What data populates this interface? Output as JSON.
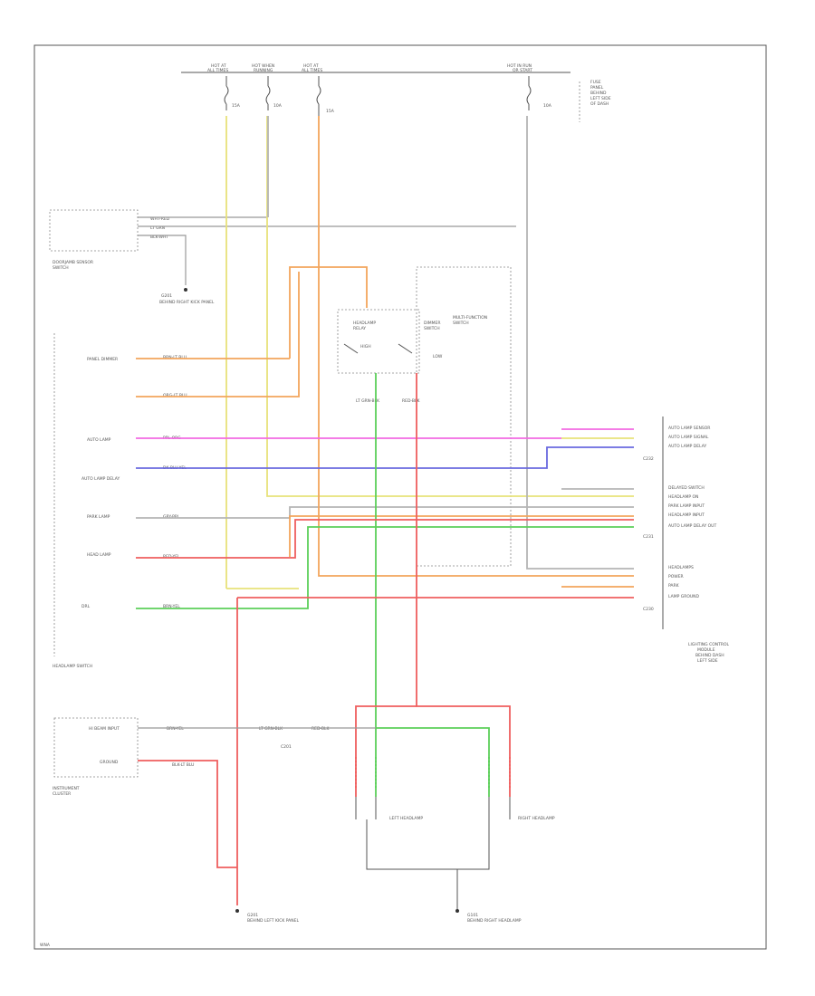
{
  "fuse_panel": {
    "fuses": [
      {
        "top": "HOT AT",
        "sub": "ALL TIMES",
        "rating": "15A"
      },
      {
        "top": "HOT WHEN",
        "sub": "RUNNING",
        "rating": "10A"
      },
      {
        "top": "HOT AT",
        "sub": "ALL TIMES",
        "rating": "15A"
      },
      {
        "top": "HOT IN RUN",
        "sub": "OR START",
        "rating": "10A"
      }
    ],
    "note": [
      "FUSE",
      "PANEL",
      "BEHIND",
      "LEFT SIDE",
      "OF DASH"
    ]
  },
  "left_components": {
    "doorjamb": [
      "DOORJAMB SENSOR",
      "SWITCH"
    ],
    "doorjamb_wires": [
      "WHT-RED",
      "LT GRN",
      "BLK-WHT"
    ],
    "ground_top": [
      "G201",
      "BEHIND RIGHT KICK PANEL"
    ],
    "headlamp_switch": "HEADLAMP SWITCH",
    "panel_dimmer": "PANEL DIMMER",
    "switches": [
      "AUTO LAMP",
      "AUTO LAMP DELAY",
      "PARK LAMP",
      "HEAD LAMP",
      "DRL"
    ],
    "wires": [
      "BRN-LT BLU",
      "ORG-LT BLU",
      "PPL-ORG",
      "DK BLU-YEL",
      "GRY-PPL",
      "RED-YEL",
      "BRN-YEL"
    ]
  },
  "relays": {
    "headlamp_relay": [
      "HEADLAMP",
      "RELAY"
    ],
    "dimmer_switch": [
      "DIMMER",
      "SWITCH"
    ],
    "multifunction": [
      "MULTI-FUNCTION",
      "SWITCH"
    ],
    "high": "HIGH",
    "low": "LOW",
    "wires": [
      "LT GRN-BLK",
      "RED-BLK"
    ]
  },
  "module": {
    "pins": [
      "C232",
      "C231",
      "C230"
    ],
    "labels": [
      "AUTO LAMP SENSOR",
      "AUTO LAMP SIGNAL",
      "AUTO LAMP DELAY",
      "DELAYED SWITCH",
      "HEADLAMP ON",
      "PARK LAMP INPUT",
      "HEADLAMP INPUT",
      "AUTO LAMP DELAY OUT",
      "HEADLAMPS",
      "POWER",
      "PARK",
      "LAMP GROUND"
    ],
    "name": [
      "LIGHTING CONTROL",
      "MODULE",
      "BEHIND DASH",
      "LEFT SIDE"
    ]
  },
  "bottom": {
    "cluster_label": [
      "INSTRUMENT",
      "CLUSTER"
    ],
    "cluster_items": [
      "HI BEAM INPUT",
      "GROUND"
    ],
    "wires": [
      "BRN-YEL",
      "LT GRN-BLK",
      "RED-BLK",
      "BLK-LT BLU"
    ],
    "connector": "C201",
    "headlamps": [
      "LEFT HEADLAMP",
      "RIGHT HEADLAMP"
    ],
    "ground_left": [
      "G201",
      "BEHIND LEFT KICK PANEL"
    ],
    "ground_right": [
      "G101",
      "BEHIND RIGHT HEADLAMP"
    ],
    "code": "WNA"
  },
  "colors": {
    "yellow": "#e8e27a",
    "gray": "#9a9a9a",
    "orange": "#f3a55c",
    "green": "#5ccf5a",
    "red": "#ef5f5f",
    "pink": "#f36ae3",
    "blue": "#6a6adf"
  }
}
